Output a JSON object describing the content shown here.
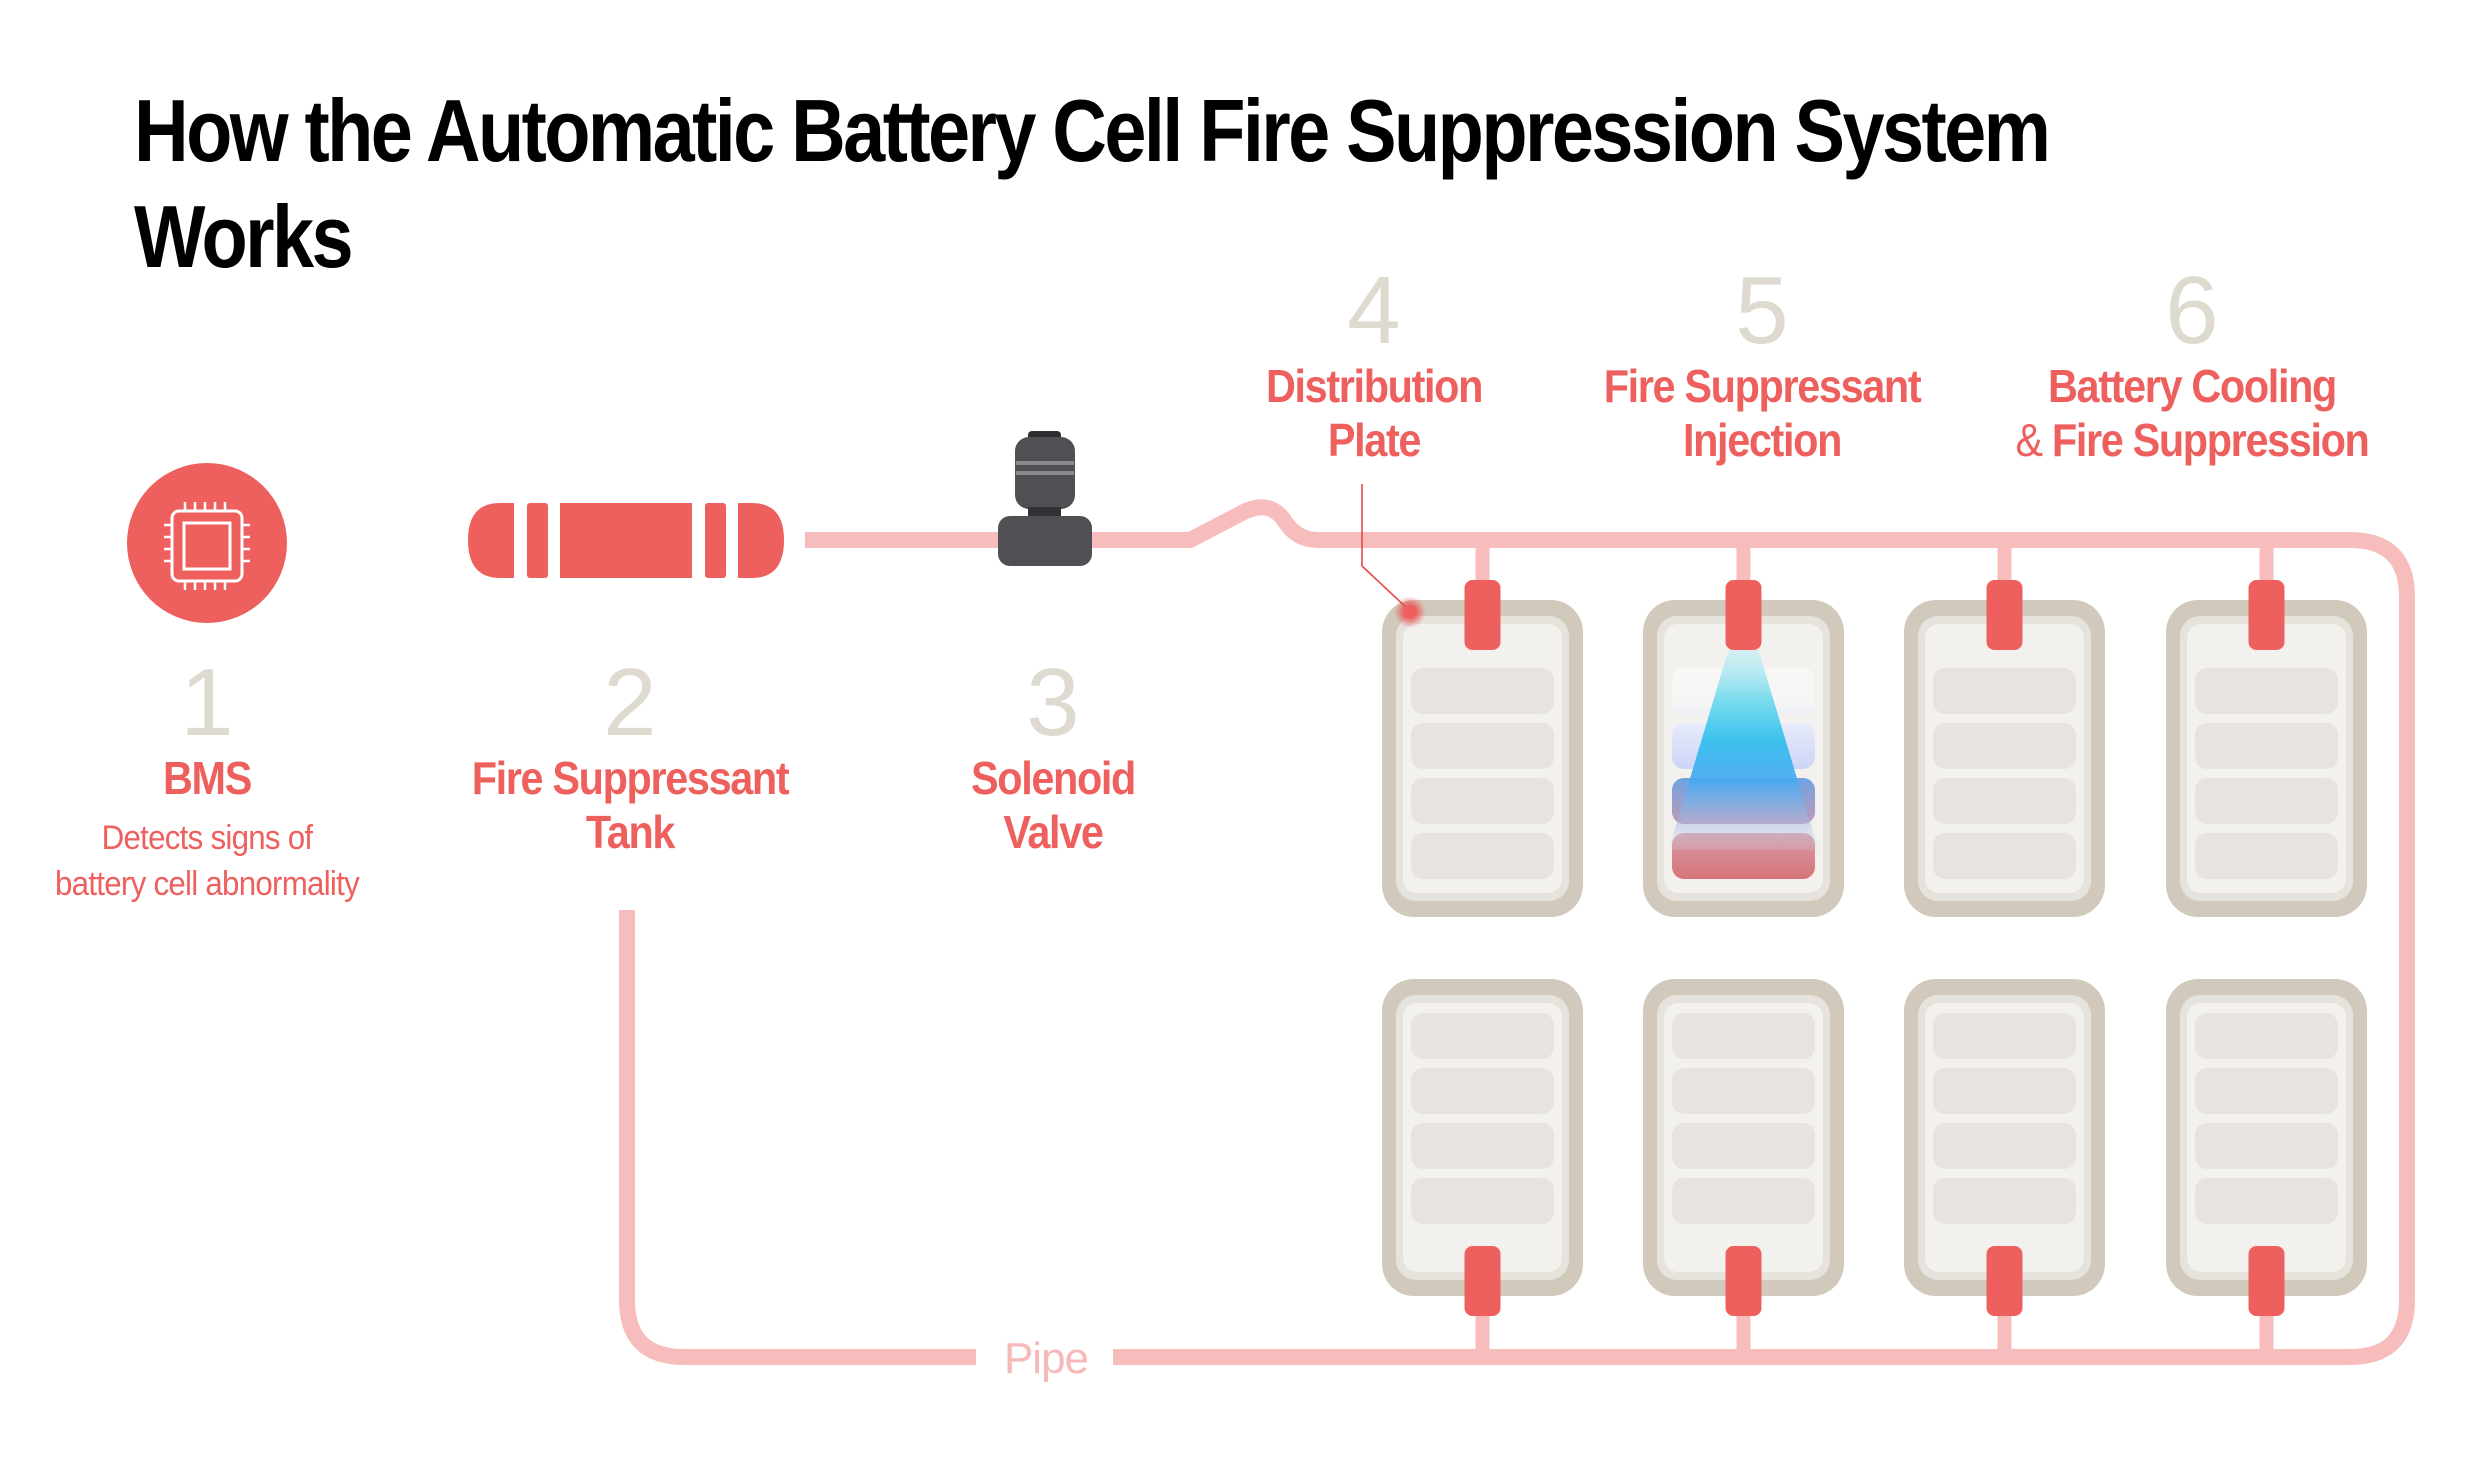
{
  "title": {
    "line1": "How the Automatic Battery Cell Fire Suppression System",
    "line2": "Works"
  },
  "colors": {
    "accent": "#ee605e",
    "pipe": "#f7bdbc",
    "step_number": "#dedad0",
    "valve": "#505054",
    "battery_frame": "#d1c9bc",
    "battery_inner": "#f3f1ee",
    "battery_cell": "#e7e3de",
    "title": "#000000"
  },
  "steps": [
    {
      "number": "1",
      "label_lines": [
        "BMS"
      ],
      "description_lines": [
        "Detects signs of",
        "battery cell abnormality"
      ],
      "icon": "chip-icon"
    },
    {
      "number": "2",
      "label_lines": [
        "Fire Suppressant",
        "Tank"
      ],
      "icon": "tank-icon"
    },
    {
      "number": "3",
      "label_lines": [
        "Solenoid",
        "Valve"
      ],
      "icon": "valve-icon"
    },
    {
      "number": "4",
      "label_lines": [
        "Distribution",
        "Plate"
      ]
    },
    {
      "number": "5",
      "label_lines": [
        "Fire Suppressant",
        "Injection"
      ]
    },
    {
      "number": "6",
      "label_lines": [
        "Battery Cooling",
        "Fire Suppression"
      ],
      "label_prefix_line2": "&"
    }
  ],
  "pipe": {
    "label": "Pipe"
  },
  "battery_grid": {
    "rows": 2,
    "columns": 4,
    "cells_per_battery": 4,
    "active_injection": {
      "row": 1,
      "column": 2
    },
    "alert_indicator": {
      "row": 1,
      "column": 1
    }
  }
}
